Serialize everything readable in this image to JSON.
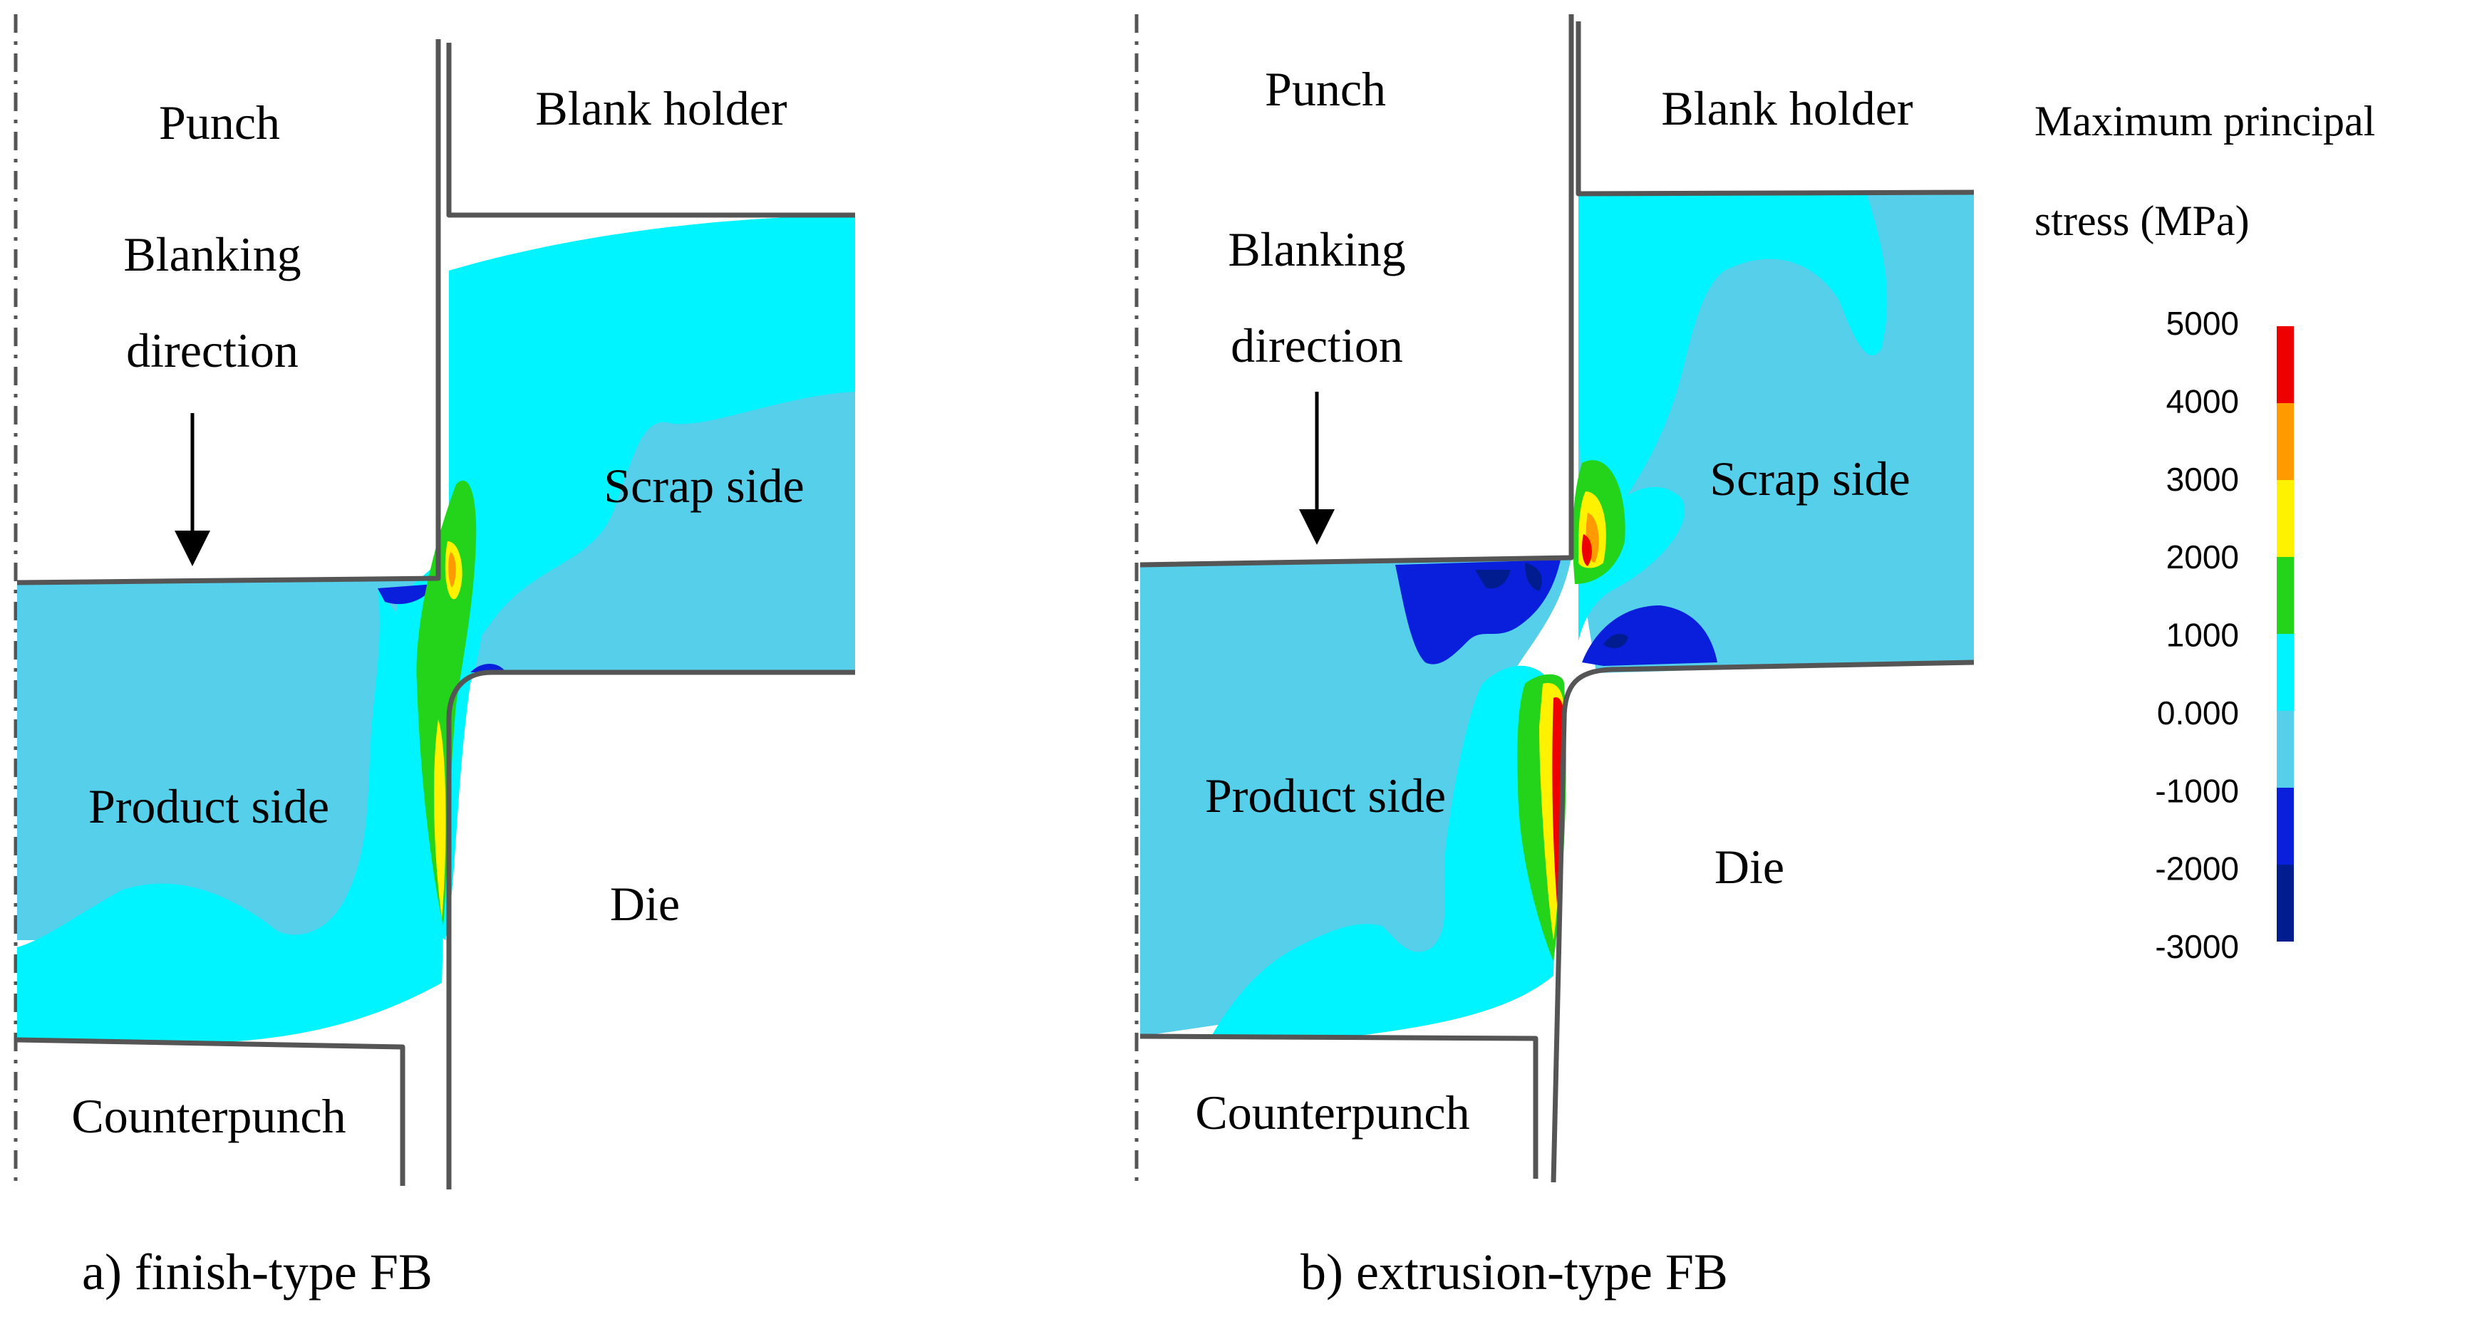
{
  "colors": {
    "dark_blue": "#001c8e",
    "blue": "#0a1fdc",
    "light_blue": "#55cfea",
    "cyan": "#00f4ff",
    "green": "#23d41a",
    "yellow": "#fff200",
    "orange": "#ff9a00",
    "red": "#ee0000",
    "tool_line": "#555555"
  },
  "panels": [
    {
      "id": "a",
      "caption": "a) finish-type FB",
      "labels": {
        "punch": "Punch",
        "blank_holder": "Blank holder",
        "blanking_direction_1": "Blanking",
        "blanking_direction_2": "direction",
        "scrap_side": "Scrap side",
        "product_side": "Product side",
        "die": "Die",
        "counterpunch": "Counterpunch"
      }
    },
    {
      "id": "b",
      "caption": "b) extrusion-type FB",
      "labels": {
        "punch": "Punch",
        "blank_holder": "Blank holder",
        "blanking_direction_1": "Blanking",
        "blanking_direction_2": "direction",
        "scrap_side": "Scrap side",
        "product_side": "Product side",
        "die": "Die",
        "counterpunch": "Counterpunch"
      }
    }
  ],
  "legend": {
    "title_line1": "Maximum principal",
    "title_line2": "stress (MPa)",
    "ticks": [
      "5000",
      "4000",
      "3000",
      "2000",
      "1000",
      "0.000",
      "-1000",
      "-2000",
      "-3000"
    ],
    "bands": [
      {
        "from": 4000,
        "to": 5000,
        "color": "#ee0000"
      },
      {
        "from": 3000,
        "to": 4000,
        "color": "#ff9a00"
      },
      {
        "from": 2000,
        "to": 3000,
        "color": "#fff200"
      },
      {
        "from": 1000,
        "to": 2000,
        "color": "#23d41a"
      },
      {
        "from": 0,
        "to": 1000,
        "color": "#00f4ff"
      },
      {
        "from": -1000,
        "to": 0,
        "color": "#55cfea"
      },
      {
        "from": -2000,
        "to": -1000,
        "color": "#0a1fdc"
      },
      {
        "from": -3000,
        "to": -2000,
        "color": "#001c8e"
      }
    ]
  }
}
